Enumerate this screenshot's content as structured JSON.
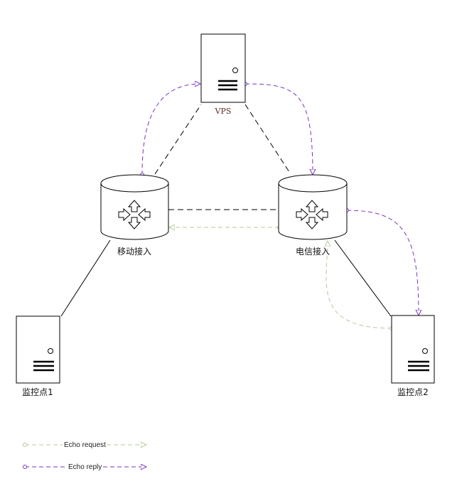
{
  "nodes": {
    "vps": {
      "label": "VPS"
    },
    "router_mobile": {
      "label": "移动接入"
    },
    "router_telecom": {
      "label": "电信接入"
    },
    "monitor1": {
      "label": "监控点1"
    },
    "monitor2": {
      "label": "监控点2"
    }
  },
  "legend": {
    "request": {
      "label": "Echo request",
      "color": "#b5c99a"
    },
    "reply": {
      "label": "Echo reply",
      "color": "#7b35c4"
    }
  },
  "colors": {
    "stroke": "#000000",
    "request": "#b5c99a",
    "reply": "#7b35c4"
  }
}
